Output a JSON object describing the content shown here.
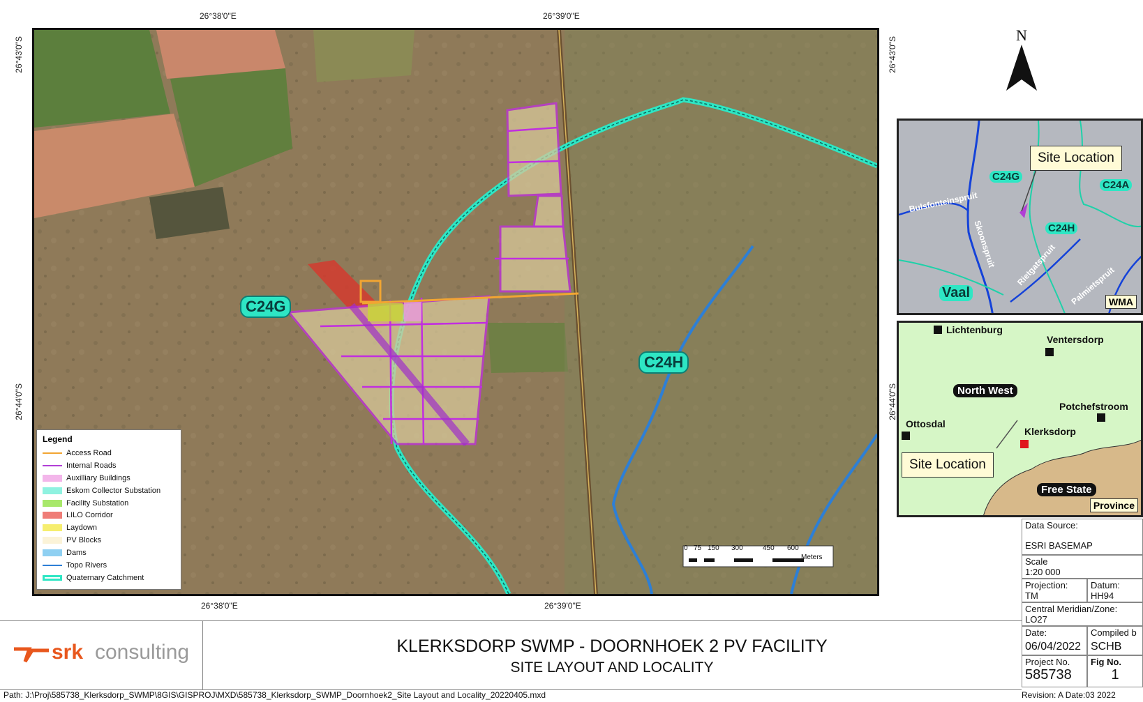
{
  "coords": {
    "top_left": "26°38'0\"E",
    "top_right": "26°39'0\"E",
    "bottom_left": "26°38'0\"E",
    "bottom_right": "26°39'0\"E",
    "left_top": "26°43'0\"S",
    "left_bottom": "26°44'0\"S",
    "right_top": "26°43'0\"S",
    "right_bottom": "26°44'0\"S"
  },
  "map": {
    "label_c24g": "C24G",
    "label_c24h": "C24H",
    "scale_ticks": [
      "0",
      "75",
      "150",
      "300",
      "450",
      "600"
    ],
    "scale_unit": "Meters"
  },
  "legend": {
    "title": "Legend",
    "items": [
      {
        "label": "Access Road",
        "color": "#f2a532"
      },
      {
        "label": "Internal Roads",
        "color": "#b13fd6"
      },
      {
        "label": "Auxilliary Buildings",
        "color": "#f3b6ea"
      },
      {
        "label": "Eskom Collector Substation",
        "color": "#8ff2e0"
      },
      {
        "label": "Facility Substation",
        "color": "#a8e86a"
      },
      {
        "label": "LILO Corridor",
        "color": "#ef7d77"
      },
      {
        "label": "Laydown",
        "color": "#f6ee6f"
      },
      {
        "label": "PV Blocks",
        "color": "#fbf3d8"
      },
      {
        "label": "Dams",
        "color": "#8fd0f2"
      },
      {
        "label": "Topo Rivers",
        "color": "#2d7fd6"
      },
      {
        "label": "Quaternary Catchment",
        "color": "#2ee6c4"
      }
    ]
  },
  "north": "N",
  "inset_wma": {
    "callout": "Site Location",
    "c24g": "C24G",
    "c24a": "C24A",
    "c24h": "C24H",
    "river1": "Bulsfonteinspruit",
    "river2": "Skoonspruit",
    "river3": "Rietgatspruit",
    "river4": "Palmietspruit",
    "vaal": "Vaal",
    "tag": "WMA"
  },
  "inset_province": {
    "towns": [
      "Lichtenburg",
      "Ventersdorp",
      "Potchefstroom",
      "Ottosdal",
      "Klerksdorp"
    ],
    "region_nw": "North West",
    "region_fs": "Free State",
    "callout": "Site Location",
    "tag": "Province"
  },
  "info": {
    "data_source_label": "Data Source:",
    "data_source": "ESRI BASEMAP",
    "scale_label": "Scale",
    "scale": "1:20  000",
    "projection_label": "Projection:",
    "projection": "TM",
    "datum_label": "Datum:",
    "datum": "HH94",
    "meridian_label": "Central Meridian/Zone:",
    "meridian": "LO27",
    "date_label": "Date:",
    "date": "06/04/2022",
    "compiled_label": "Compiled b",
    "compiled": "SCHB",
    "project_label": "Project No.",
    "project": "585738",
    "fig_label": "Fig No.",
    "fig": "1",
    "revision": "Revision: A   Date:03 2022"
  },
  "title_block": {
    "logo_srk": "srk",
    "logo_consulting": "consulting",
    "title": "KLERKSDORP SWMP - DOORNHOEK 2 PV FACILITY",
    "subtitle": "SITE LAYOUT AND LOCALITY"
  },
  "path": "Path: J:\\Proj\\585738_Klerksdorp_SWMP\\8GIS\\GISPROJ\\MXD\\585738_Klerksdorp_SWMP_Doornhoek2_Site Layout and Locality_20220405.mxd"
}
